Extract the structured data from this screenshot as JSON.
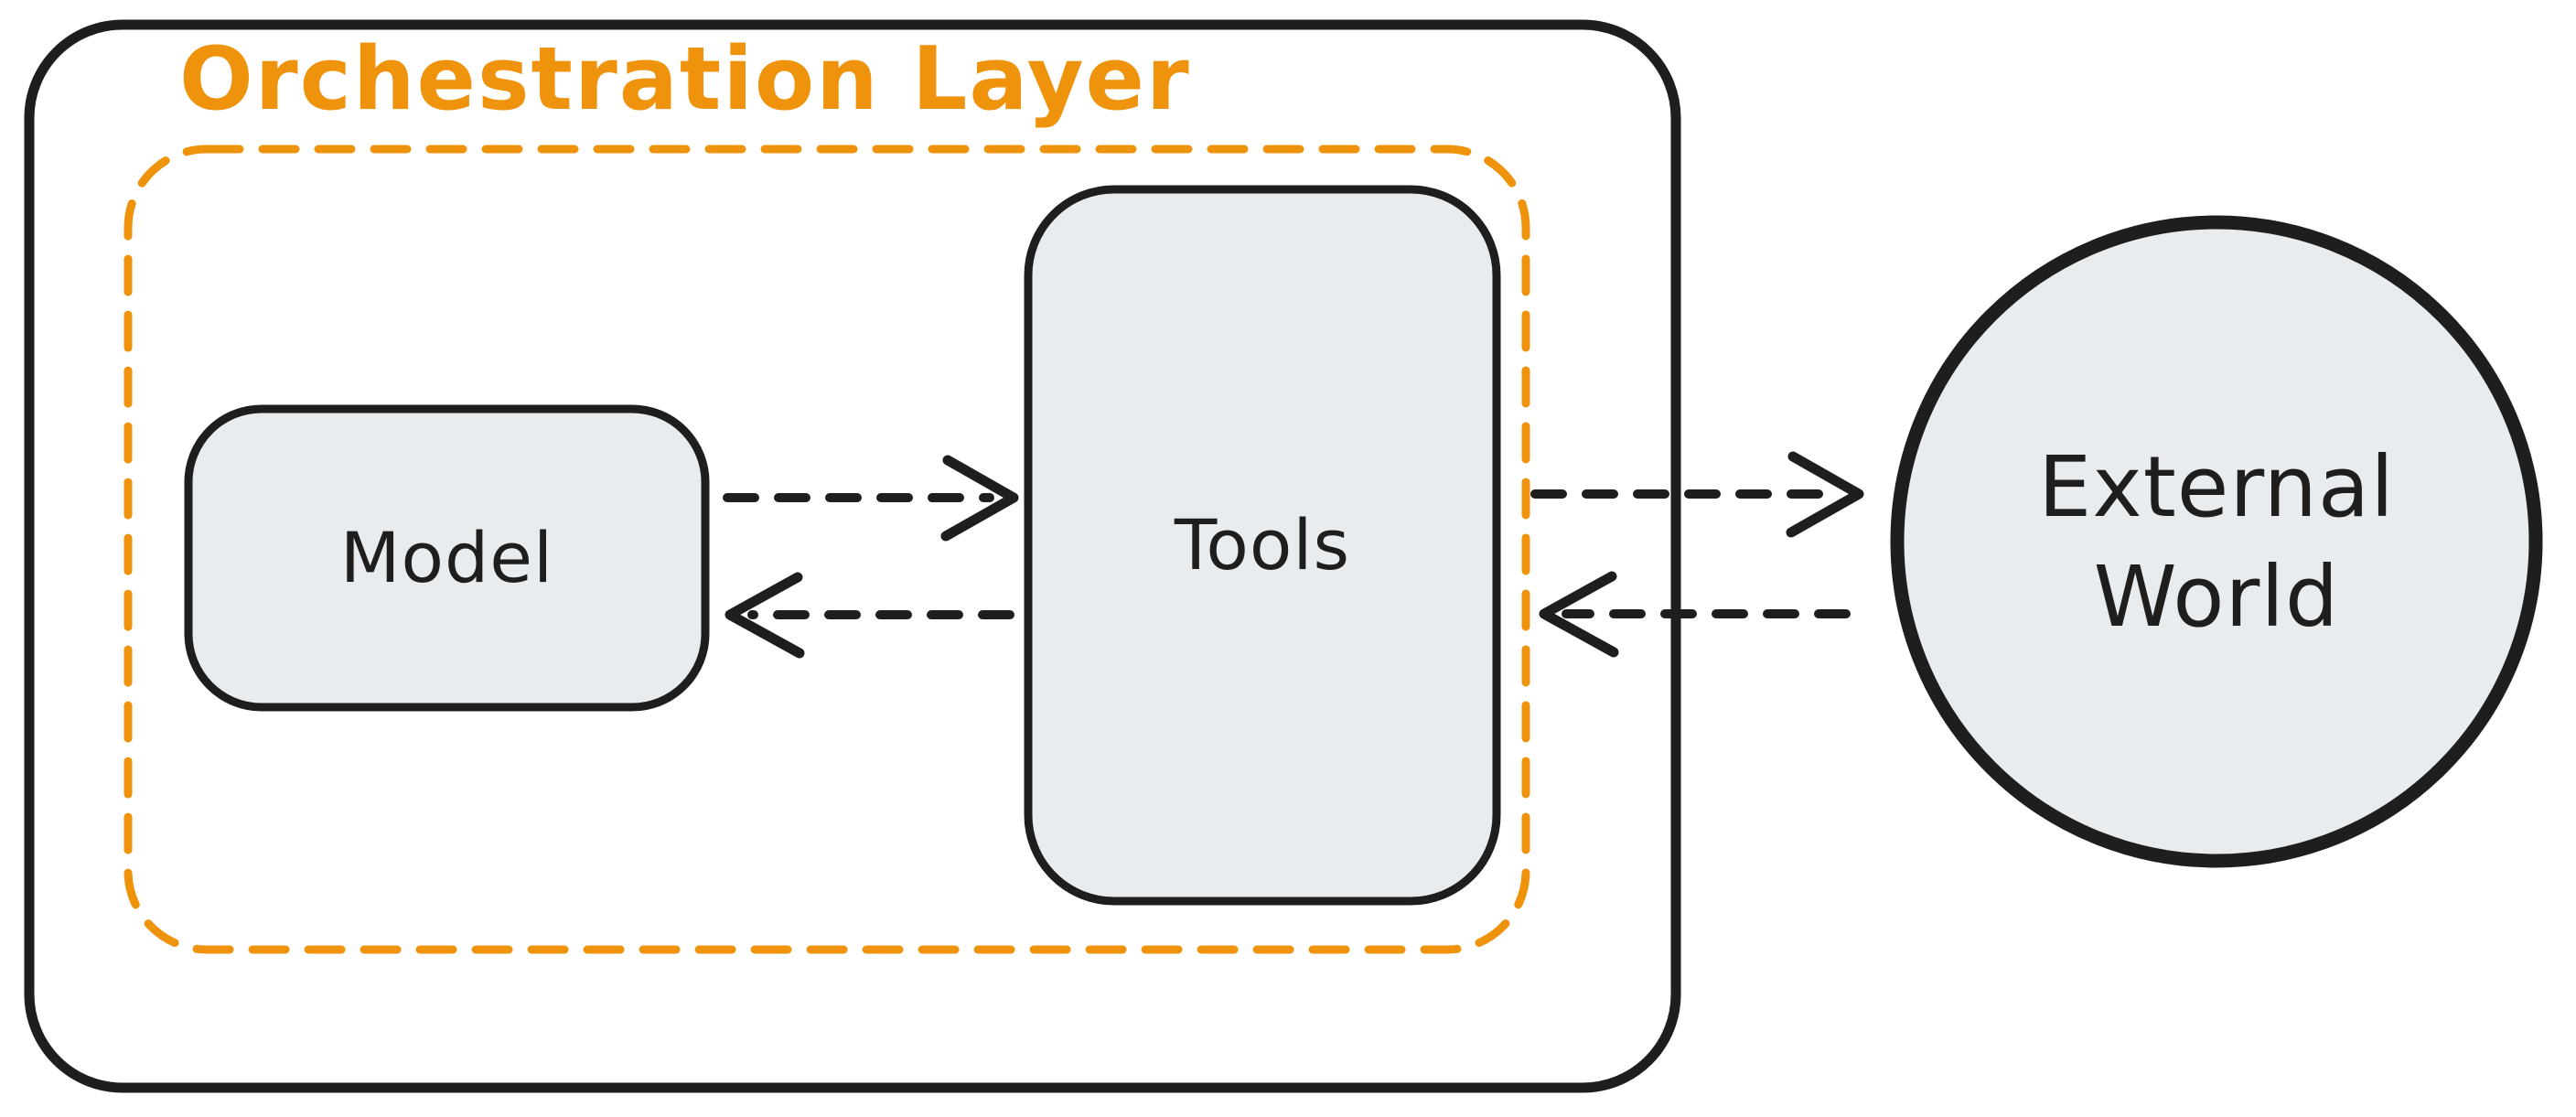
{
  "diagram": {
    "title": "Orchestration Layer",
    "nodes": [
      {
        "id": "orchestration-layer",
        "label": "Orchestration Layer",
        "shape": "dashed-rounded-boundary"
      },
      {
        "id": "model",
        "label": "Model",
        "shape": "rounded-box"
      },
      {
        "id": "tools",
        "label": "Tools",
        "shape": "rounded-box"
      },
      {
        "id": "external-world",
        "label": "External World",
        "shape": "circle"
      }
    ],
    "edges": [
      {
        "from": "model",
        "to": "tools",
        "style": "dashed-arrow"
      },
      {
        "from": "tools",
        "to": "model",
        "style": "dashed-arrow"
      },
      {
        "from": "tools",
        "to": "external-world",
        "style": "dashed-arrow"
      },
      {
        "from": "external-world",
        "to": "tools",
        "style": "dashed-arrow"
      }
    ]
  },
  "colors": {
    "accent_orange": "#ef930d",
    "ink": "#1e1e1e",
    "node_fill": "#e9ecef",
    "background": "#ffffff"
  }
}
